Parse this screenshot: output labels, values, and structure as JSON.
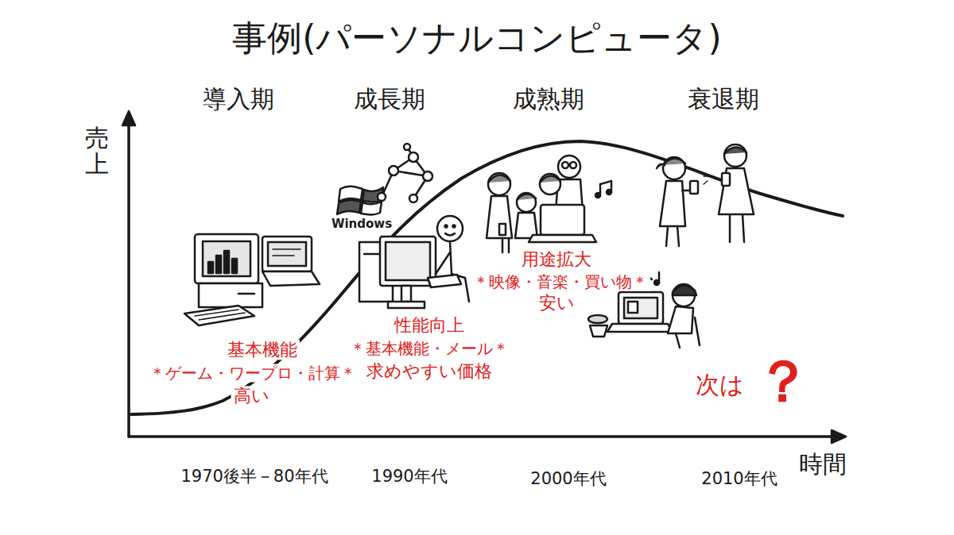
{
  "diagram": {
    "title": "事例(パーソナルコンピュータ)",
    "labels": [
      "導入期",
      "成長期",
      "成熟期",
      "衰退期",
      "売上",
      "時間",
      "基本機能",
      "＊ゲーム・ワープロ・計算＊",
      "高い",
      "性能向上",
      "＊基本機能・メール＊",
      "求めやすい価格",
      "用途拡大",
      "＊映像・音楽・買い物＊",
      "安い",
      "次は",
      "？",
      "1970後半－80年代",
      "1990年代",
      "2000年代",
      "2010年代",
      "Windows"
    ]
  }
}
